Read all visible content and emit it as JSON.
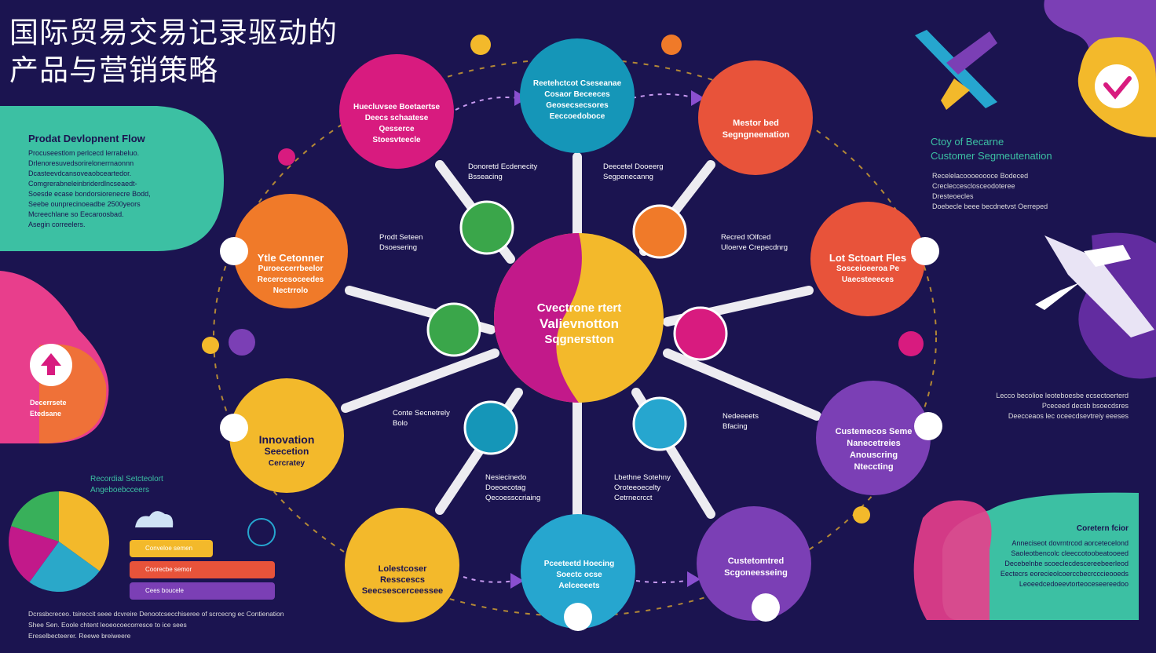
{
  "title": {
    "line1": "国际贸易交易记录驱动的",
    "line2": "产品与营销策略"
  },
  "left_panel": {
    "heading": "Prodat Devlopnent Flow",
    "lines": [
      "Procuseestlom perlcecd lerrabeluo.",
      "Drlenoresuvedsorirelonerrnaonnn",
      "Dcasteevdcansoveaobceartedor.",
      "Comgrerabneleinbriderdlncseaedt-",
      "Soesde ecase bondorsiorenecre Bodd,",
      "Seebe ounprecinoeadbe 2500yeors",
      "Mcreechlane so Eecaroosbad.",
      "Asegin correelers."
    ]
  },
  "left_blob": {
    "text1": "Decerrsete",
    "text2": "Etedsane"
  },
  "pie_section": {
    "heading1": "Recordial Setcteolort",
    "heading2": "Angeboebcceers",
    "bars": [
      "Conveloe semen",
      "Coorecbe semor",
      "Cees boucele"
    ],
    "pie_colors": [
      "#f3b92b",
      "#2aa8c9",
      "#c2198a",
      "#38b05a"
    ]
  },
  "bottom_left_text": [
    "Dcrssbcreceo. tsireccit seee dcvreire Denootcsecchiseree of scrcecng ec Contienation",
    "Shee Sen. Eoole chtent leoeocoecorresce to ice sees",
    "Ereselbecteerer. Reewe breiweere"
  ],
  "center": {
    "line1": "Cvectrone rtert",
    "line2": "Valievnotton",
    "line3": "Sqgnerstton"
  },
  "nodes": {
    "top_left": {
      "l1": "Huecluvsee Boetaertse",
      "l2": "Deecs schaatese",
      "l3": "Qesserce",
      "l4": "Stoesvteecle"
    },
    "top_center": {
      "l1": "Reetehctcot Cseseanae",
      "l2": "Cosaor Beceeces",
      "l3": "Geosecsecsores",
      "l4": "Eeccoedoboce"
    },
    "top_right": {
      "l1": "Mestor bed",
      "l2": "Segngneenation"
    },
    "mid_left": {
      "l1": "Ytle Cetonner",
      "l2": "Puroeccerrbeelor",
      "l3": "Recercesoceedes",
      "l4": "Nectrrolo"
    },
    "mid_right": {
      "l1": "Lot Sctoart Fles",
      "l2": "Sosceioeeroa Pe",
      "l3": "Uaecsteeeces"
    },
    "low_left": {
      "l1": "Innovation",
      "l2": "Seecetion",
      "l3": "Cercratey"
    },
    "low_right": {
      "l1": "Custemecos Seme",
      "l2": "Nanecetreies",
      "l3": "Anouscring",
      "l4": "Nteccting"
    },
    "bot_left": {
      "l1": "Lolestcoser",
      "l2": "Resscescs",
      "l3": "Seecsescerceessee"
    },
    "bot_center": {
      "l1": "Pceeteetd Hoecing",
      "l2": "Soectc ocse",
      "l3": "Aelceeeets"
    },
    "bot_right": {
      "l1": "Custetomtred",
      "l2": "Scgoneesseing"
    }
  },
  "connector_labels": {
    "c1": [
      "Donoretd Ecdenecity",
      "Bsseacing"
    ],
    "c2": [
      "Deecetel Dooeerg",
      "Segpenecanng"
    ],
    "c3": [
      "Prodt Seteen",
      "Dsoesering"
    ],
    "c4": [
      "Recred tOlfced",
      "Uloerve Crepecdnrg"
    ],
    "c5": [
      "Conte Secnetrely",
      "Bolo"
    ],
    "c6": [
      "Nedeeeets",
      "Bfacing"
    ],
    "c7": [
      "Nesiecinedo",
      "Doeoecotag",
      "Qecoessccriaing"
    ],
    "c8": [
      "Lbethne Sotehny",
      "Oroteeoecelty",
      "Cetrnecrcct"
    ]
  },
  "right_section": {
    "heading1": "Ctoy of Becarne",
    "heading2": "Customer Segmeutenation",
    "lines": [
      "Recelelacoooeoooce Bodeced",
      "Crecleccesclosceodoteree",
      "Dresteoecles",
      "Doebecle beee becdnetvst Oerreped"
    ],
    "lines2": [
      "Lecco becolioe leoteboesbe ecsectoerterd",
      "Pceceed decsb bsoecdsres",
      "Deecceaos lec oceecdsevtreiy eeeses"
    ]
  },
  "bottom_right_panel": {
    "heading": "Coretern fcior",
    "lines": [
      "Anneciseot dovrntrcod aorcetecelond",
      "Saoleotbencolc cleeccotoobeatooeed",
      "Decebelnbe scoeclecdescereebeerleod",
      "Eectecrs eorecieolcoerccbecrcccieooeds",
      "Leoeedcedoeevtorteoceseereedoo"
    ]
  },
  "colors": {
    "background": "#1b1450",
    "magenta": "#d81b7f",
    "teal": "#1596b8",
    "coral": "#e8533a",
    "orange": "#f07a29",
    "yellow": "#f3b92b",
    "purple": "#7b3fb5",
    "cyan": "#26a6cf",
    "green": "#3aa64a",
    "mint": "#3cc0a3"
  }
}
